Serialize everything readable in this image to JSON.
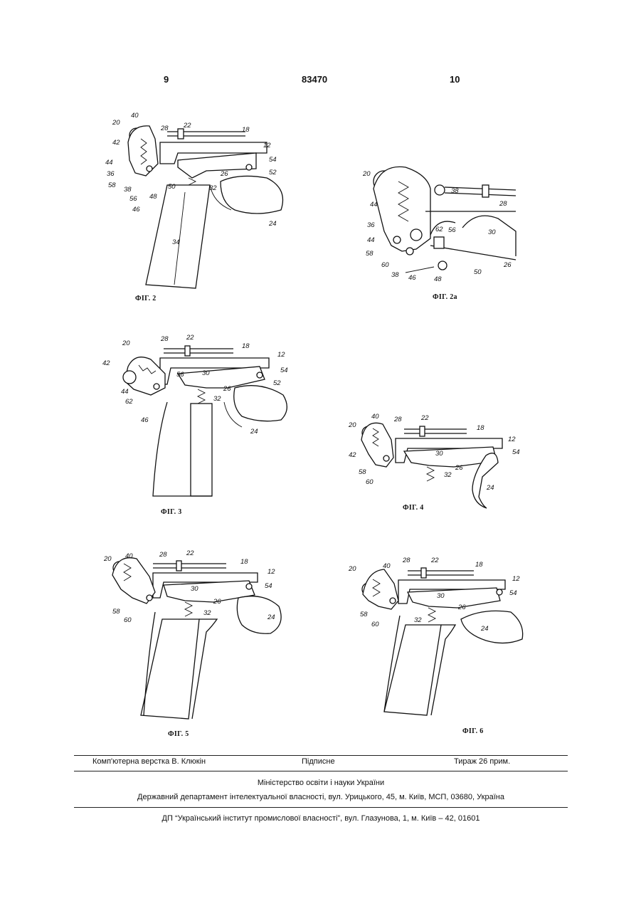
{
  "header": {
    "left_page": "9",
    "patent_number": "83470",
    "right_page": "10"
  },
  "figures": [
    {
      "caption": "ФІГ. 2",
      "labels": [
        "20",
        "40",
        "42",
        "44",
        "36",
        "58",
        "38",
        "56",
        "46",
        "28",
        "22",
        "18",
        "12",
        "54",
        "52",
        "26",
        "50",
        "48",
        "32",
        "34",
        "24"
      ]
    },
    {
      "caption": "ФІГ. 2а",
      "labels": [
        "20",
        "44",
        "36",
        "44",
        "58",
        "60",
        "38",
        "46",
        "38",
        "28",
        "62",
        "56",
        "30",
        "50",
        "48",
        "26"
      ]
    },
    {
      "caption": "ФІГ. 3",
      "labels": [
        "20",
        "42",
        "44",
        "62",
        "46",
        "28",
        "22",
        "18",
        "12",
        "54",
        "56",
        "30",
        "26",
        "52",
        "32",
        "24"
      ]
    },
    {
      "caption": "ФІГ. 4",
      "labels": [
        "20",
        "40",
        "42",
        "58",
        "60",
        "28",
        "22",
        "18",
        "12",
        "30",
        "54",
        "26",
        "32",
        "24"
      ]
    },
    {
      "caption": "ФІГ. 5",
      "labels": [
        "20",
        "40",
        "28",
        "22",
        "18",
        "12",
        "30",
        "54",
        "58",
        "60",
        "26",
        "32",
        "24"
      ]
    },
    {
      "caption": "ФІГ. 6",
      "labels": [
        "20",
        "40",
        "28",
        "22",
        "18",
        "12",
        "30",
        "54",
        "58",
        "60",
        "32",
        "26",
        "24"
      ]
    }
  ],
  "footer": {
    "typesetting": "Комп'ютерна верстка В. Клюкін",
    "subscription": "Підписне",
    "circulation": "Тираж 26 прим.",
    "ministry": "Міністерство освіти і науки України",
    "department": "Державний департамент інтелектуальної власності, вул. Урицького, 45, м. Київ, МСП, 03680, Україна",
    "institute": "ДП “Український інститут промислової власності”, вул. Глазунова, 1, м. Київ – 42, 01601"
  }
}
